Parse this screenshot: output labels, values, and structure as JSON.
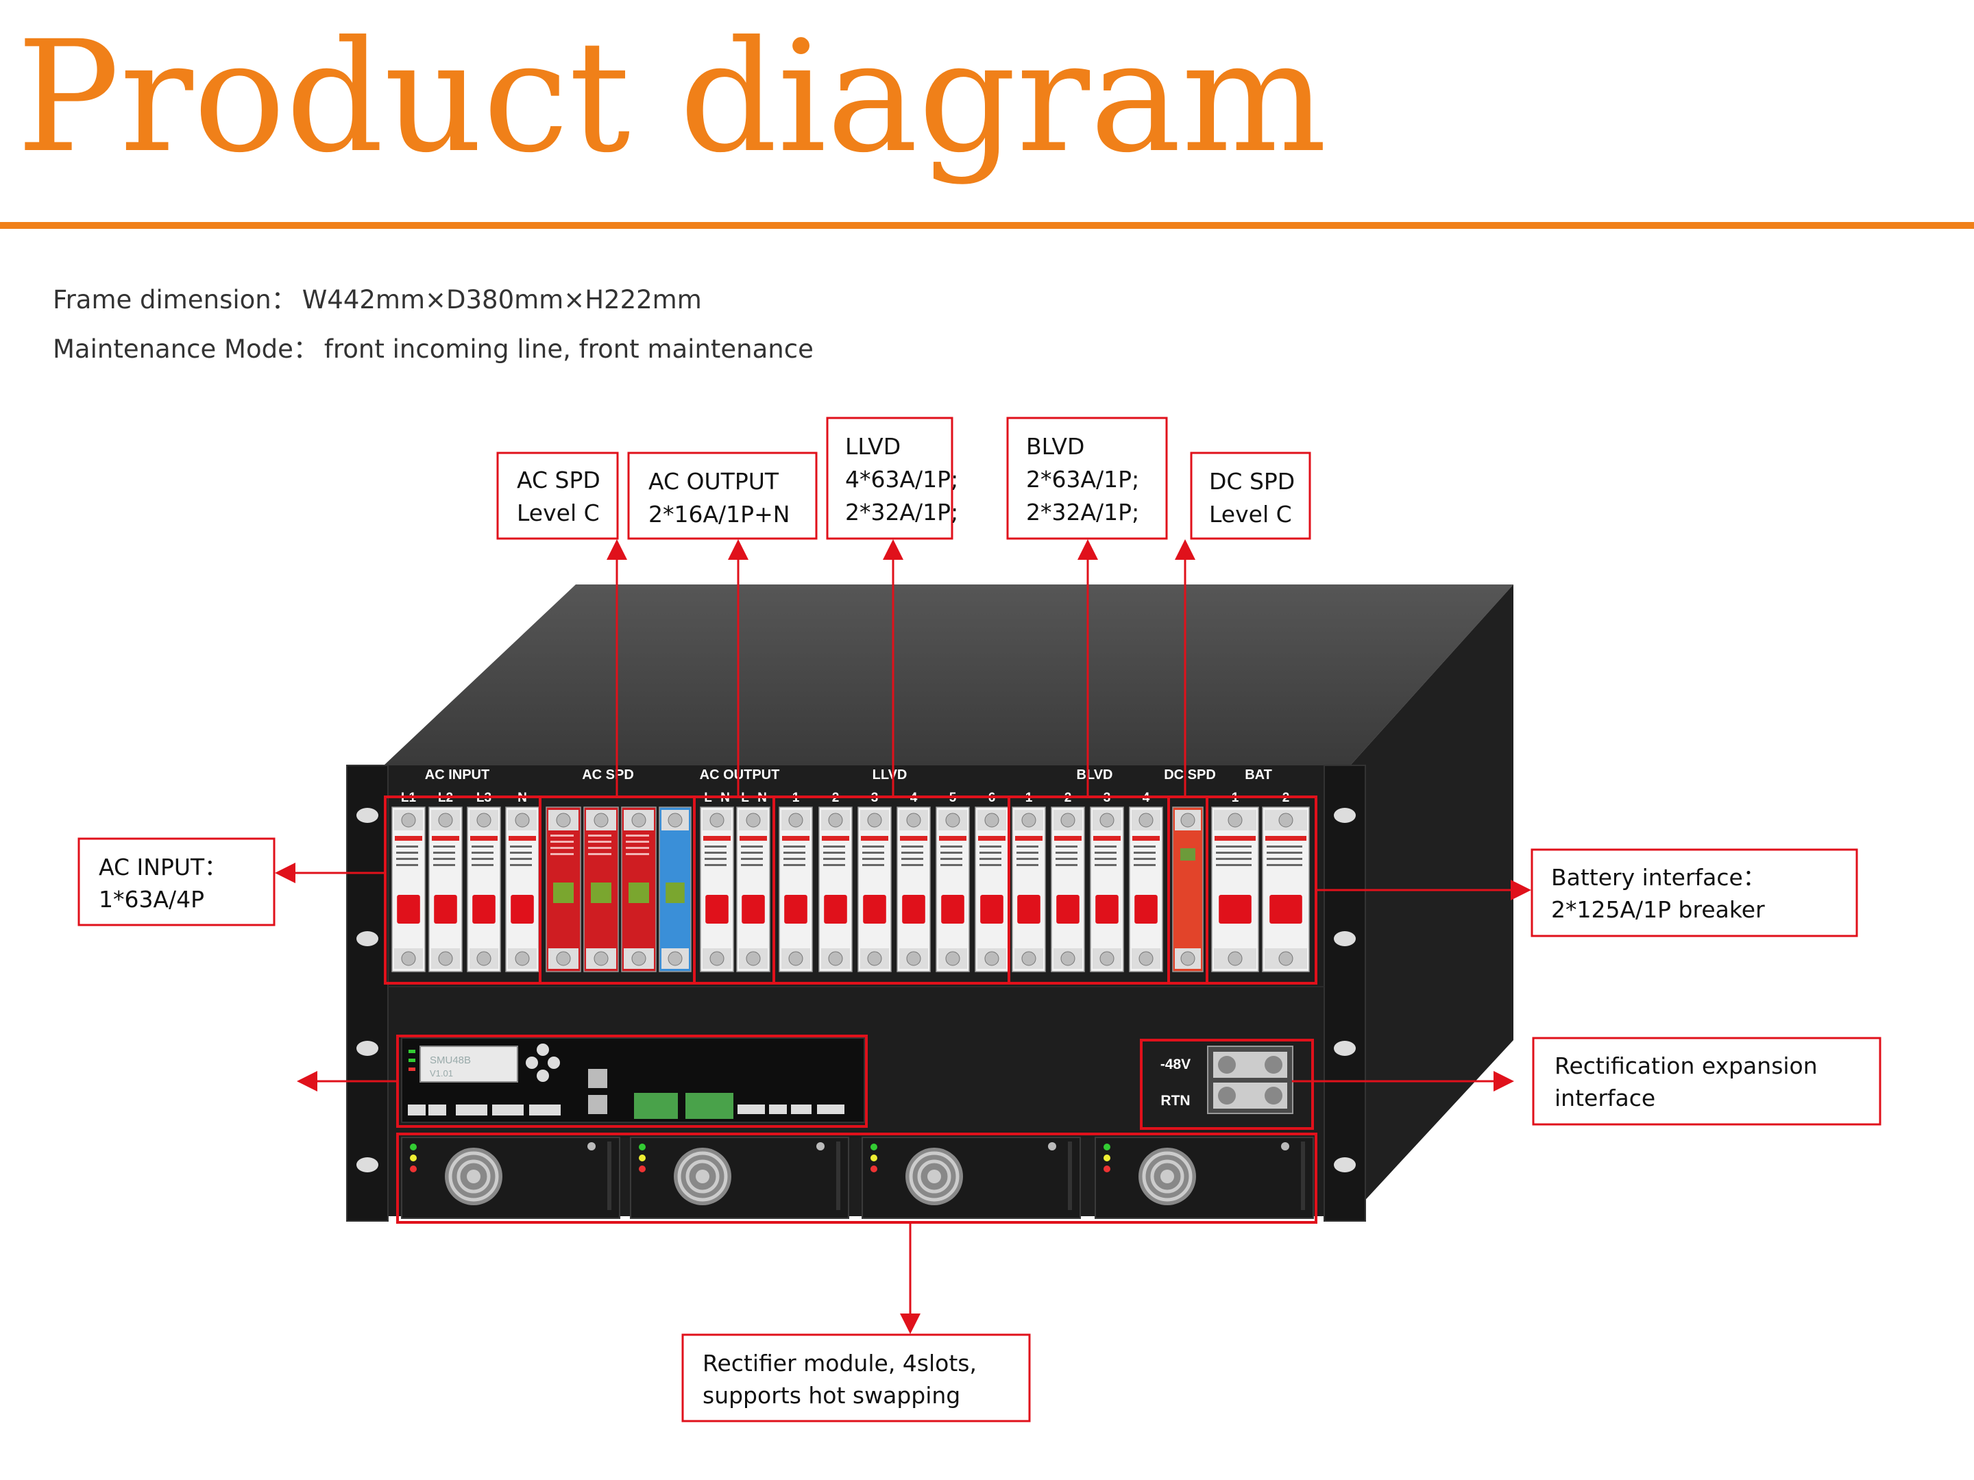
{
  "title": "Product diagram",
  "specs": [
    {
      "label": "Frame dimension：",
      "value": "W442mm×D380mm×H222mm"
    },
    {
      "label": "Maintenance Mode：",
      "value": "front incoming line, front maintenance"
    }
  ],
  "panel_labels": {
    "ac_input": "AC INPUT",
    "ac_spd": "AC SPD",
    "ac_output": "AC OUTPUT",
    "llvd": "LLVD",
    "blvd": "BLVD",
    "dc_spd": "DC SPD",
    "bat": "BAT",
    "neg48v": "-48V",
    "rtn": "RTN",
    "smu": "SMU48B",
    "smu_ver": "V1.01"
  },
  "pole_labels": {
    "ac_input": [
      "L1",
      "L2",
      "L3",
      "N"
    ],
    "ac_output": [
      "L",
      "N",
      "L",
      "N"
    ],
    "llvd": [
      "1",
      "2",
      "3",
      "4",
      "5",
      "6"
    ],
    "blvd": [
      "1",
      "2",
      "3",
      "4"
    ],
    "bat": [
      "1",
      "2"
    ]
  },
  "callouts": {
    "ac_spd": [
      "AC SPD",
      "Level C"
    ],
    "ac_output": [
      "AC OUTPUT",
      "2*16A/1P+N"
    ],
    "llvd": [
      "LLVD",
      "4*63A/1P;",
      "2*32A/1P;"
    ],
    "blvd": [
      "BLVD",
      "2*63A/1P;",
      "2*32A/1P;"
    ],
    "dc_spd": [
      "DC SPD",
      "Level C"
    ],
    "ac_input": [
      "AC INPUT：",
      "1*63A/4P"
    ],
    "battery": [
      "Battery interface：",
      "2*125A/1P breaker"
    ],
    "rect_exp": [
      "Rectification expansion",
      "interface"
    ],
    "rectifier": [
      "Rectifier module, 4slots,",
      "supports hot swapping"
    ]
  },
  "colors": {
    "accent": "#f08019",
    "callout_red": "#e0111b",
    "spd_red": "#cf1d22",
    "spd_blue": "#3a8fd8",
    "chassis": "#1c1c1c",
    "chassis_top": "#474747",
    "breaker_white": "#f2f2f2",
    "terminal_green": "#49a24a"
  }
}
